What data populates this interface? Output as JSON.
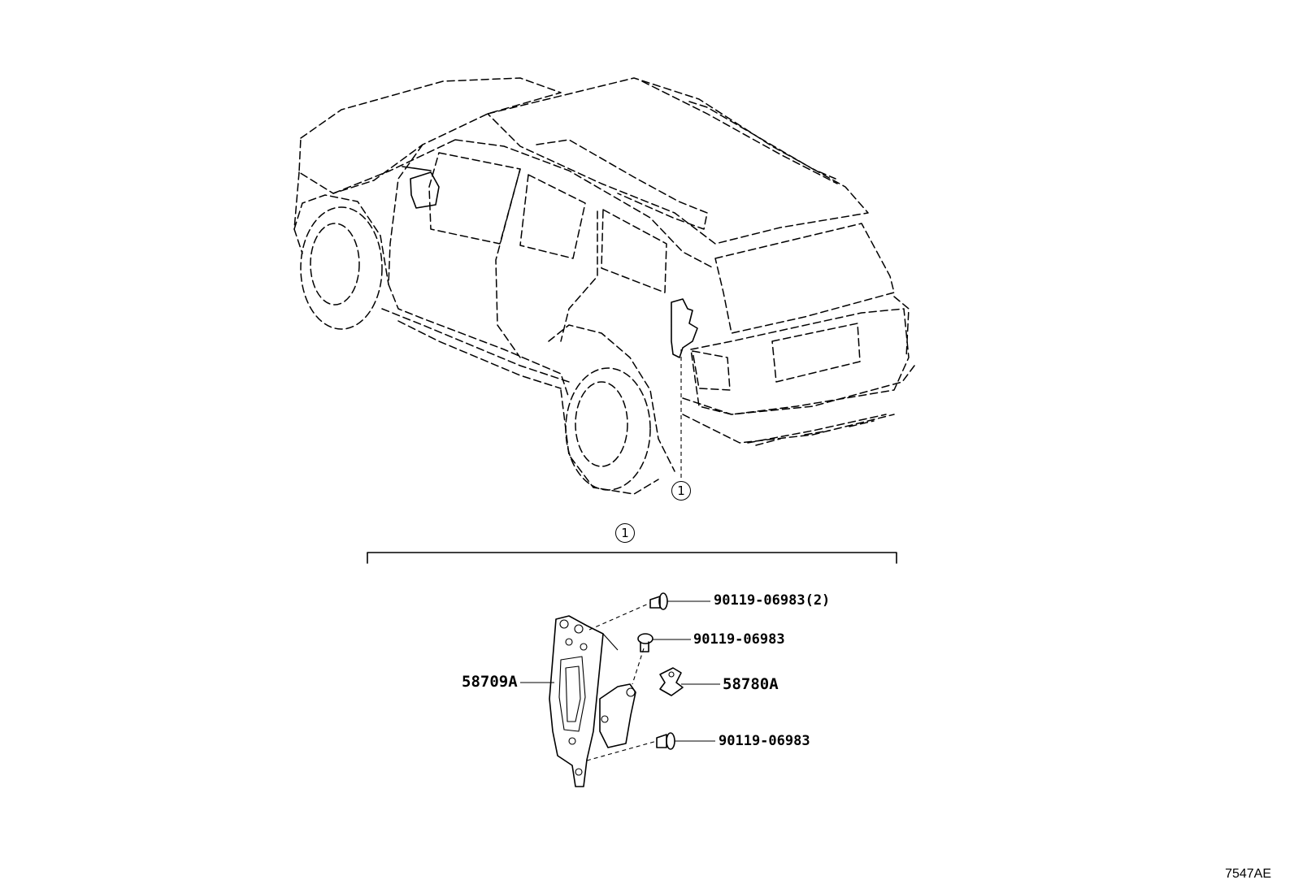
{
  "callout": {
    "number": "1"
  },
  "parts": [
    {
      "id": "bolt-top",
      "label": "90119-06983(2)"
    },
    {
      "id": "bolt-mid",
      "label": "90119-06983"
    },
    {
      "id": "bracket",
      "label": "58709A"
    },
    {
      "id": "clip",
      "label": "58780A"
    },
    {
      "id": "bolt-bottom",
      "label": "90119-06983"
    }
  ],
  "figure_code": "7547AE"
}
